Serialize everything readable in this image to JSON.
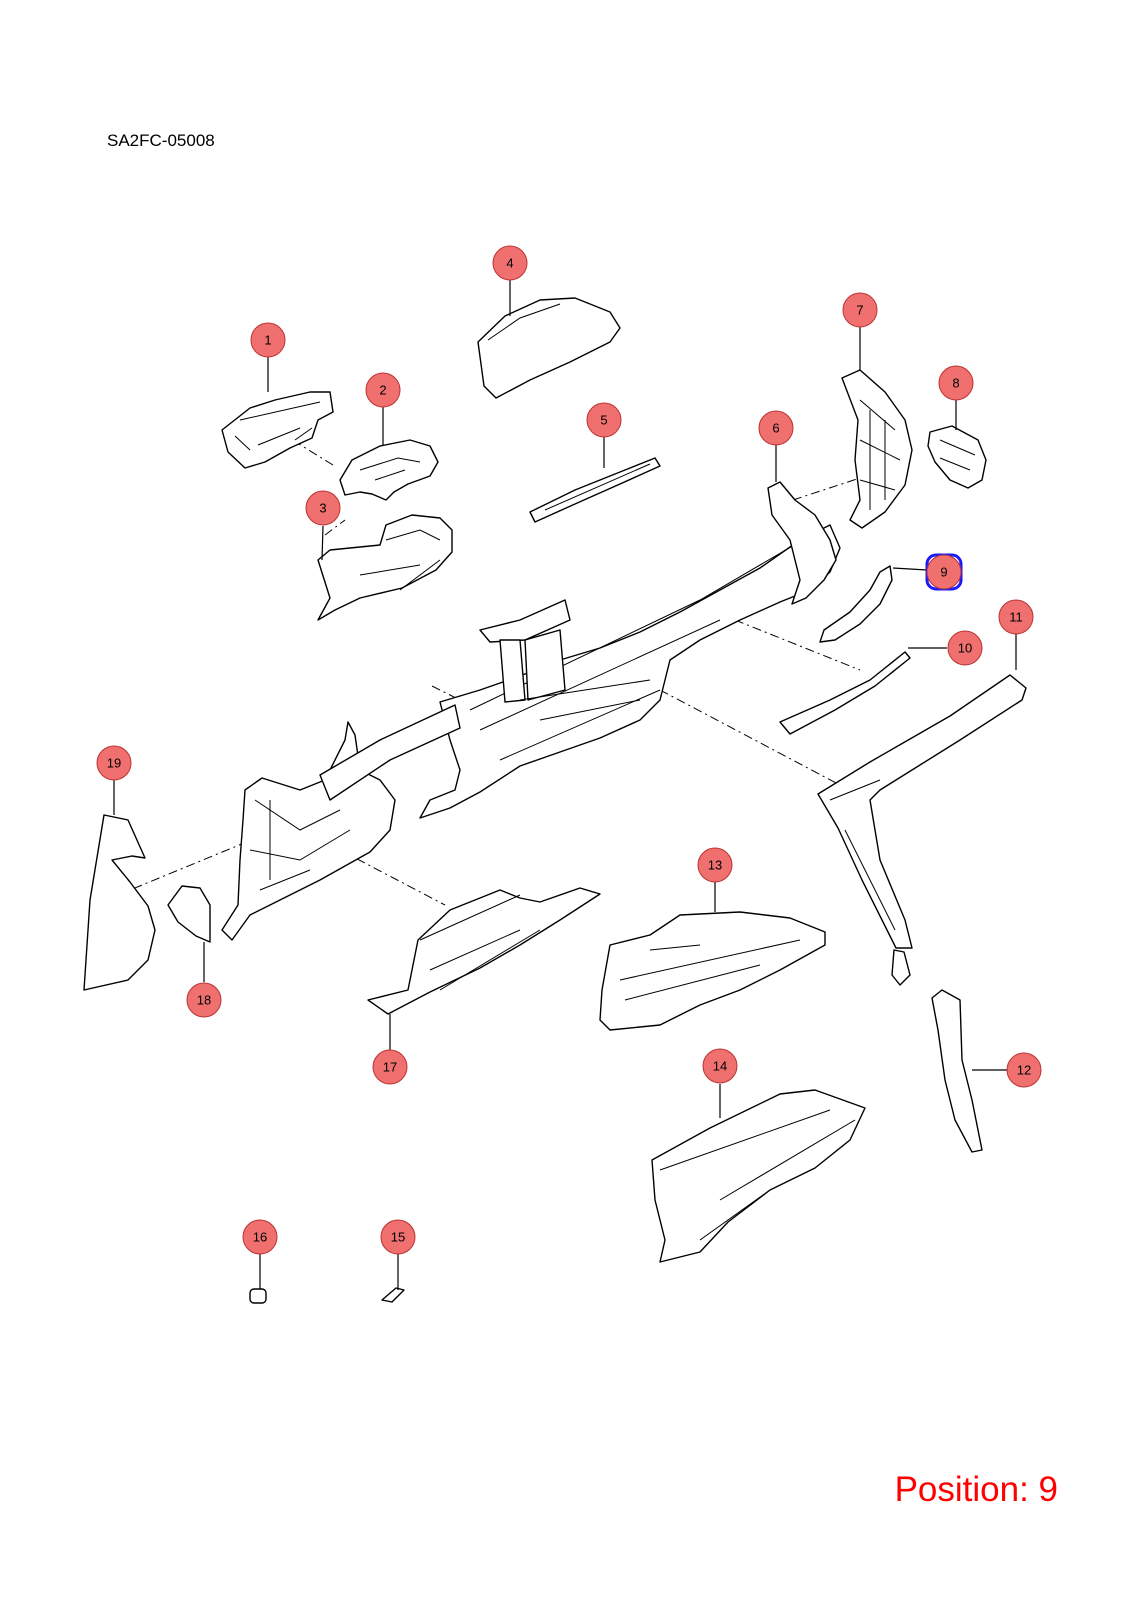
{
  "diagram_code": "SA2FC-05008",
  "position_label": "Position: 9",
  "colors": {
    "callout_fill": "#f07070",
    "callout_selected_stroke": "#1a1aff",
    "position_text": "#ff0000"
  },
  "callouts": [
    {
      "label": "1",
      "selected": false
    },
    {
      "label": "2",
      "selected": false
    },
    {
      "label": "3",
      "selected": false
    },
    {
      "label": "4",
      "selected": false
    },
    {
      "label": "5",
      "selected": false
    },
    {
      "label": "6",
      "selected": false
    },
    {
      "label": "7",
      "selected": false
    },
    {
      "label": "8",
      "selected": false
    },
    {
      "label": "9",
      "selected": true
    },
    {
      "label": "10",
      "selected": false
    },
    {
      "label": "11",
      "selected": false
    },
    {
      "label": "12",
      "selected": false
    },
    {
      "label": "13",
      "selected": false
    },
    {
      "label": "14",
      "selected": false
    },
    {
      "label": "15",
      "selected": false
    },
    {
      "label": "16",
      "selected": false
    },
    {
      "label": "17",
      "selected": false
    },
    {
      "label": "18",
      "selected": false
    },
    {
      "label": "19",
      "selected": false
    }
  ]
}
